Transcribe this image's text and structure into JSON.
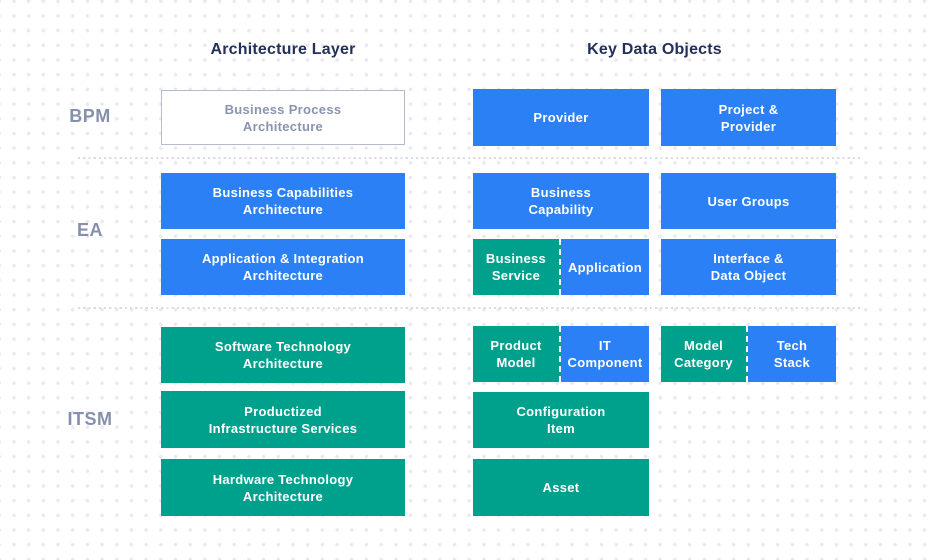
{
  "palette": {
    "blue": "#2B80F5",
    "teal": "#00A18C",
    "heading_text": "#25305A",
    "label_text": "#8590AD",
    "outline_border": "#B4BBD0",
    "outline_text": "#8994AF",
    "separator": "#D8DCEA",
    "dot": "#E7EAF1",
    "white": "#FFFFFF"
  },
  "headers": {
    "architecture_layer": "Architecture Layer",
    "key_data_objects": "Key Data Objects"
  },
  "row_labels": {
    "bpm": "BPM",
    "ea": "EA",
    "itsm": "ITSM"
  },
  "boxes": {
    "business_process_architecture": {
      "line1": "Business Process",
      "line2": "Architecture"
    },
    "provider": {
      "line1": "Provider"
    },
    "project_provider": {
      "line1": "Project &",
      "line2": "Provider"
    },
    "business_capabilities_architecture": {
      "line1": "Business Capabilities",
      "line2": "Architecture"
    },
    "application_integration_architecture": {
      "line1": "Application & Integration",
      "line2": "Architecture"
    },
    "business_capability": {
      "line1": "Business",
      "line2": "Capability"
    },
    "user_groups": {
      "line1": "User Groups"
    },
    "business_service": {
      "line1": "Business",
      "line2": "Service"
    },
    "application": {
      "line1": "Application"
    },
    "interface_data_object": {
      "line1": "Interface &",
      "line2": "Data Object"
    },
    "software_technology_architecture": {
      "line1": "Software Technology",
      "line2": "Architecture"
    },
    "productized_infrastructure_services": {
      "line1": "Productized",
      "line2": "Infrastructure Services"
    },
    "hardware_technology_architecture": {
      "line1": "Hardware Technology",
      "line2": "Architecture"
    },
    "product_model": {
      "line1": "Product",
      "line2": "Model"
    },
    "it_component": {
      "line1": "IT",
      "line2": "Component"
    },
    "model_category": {
      "line1": "Model",
      "line2": "Category"
    },
    "tech_stack": {
      "line1": "Tech",
      "line2": "Stack"
    },
    "configuration_item": {
      "line1": "Configuration",
      "line2": "Item"
    },
    "asset": {
      "line1": "Asset"
    }
  }
}
